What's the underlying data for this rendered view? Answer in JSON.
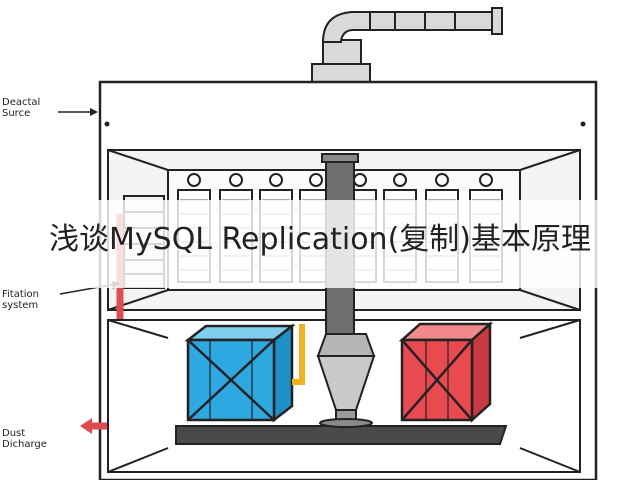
{
  "title": "浅谈MySQL Replication(复制)基本原理",
  "labels": {
    "top": "Deactal\nSurce",
    "middle": "Fitation\nsystem",
    "bottom": "Dust\nDicharge"
  },
  "colors": {
    "blue_box": "#2ea8e0",
    "red_box": "#e84a4f",
    "pipe_red": "#e04b4f",
    "pipe_yellow": "#f2b21c"
  }
}
